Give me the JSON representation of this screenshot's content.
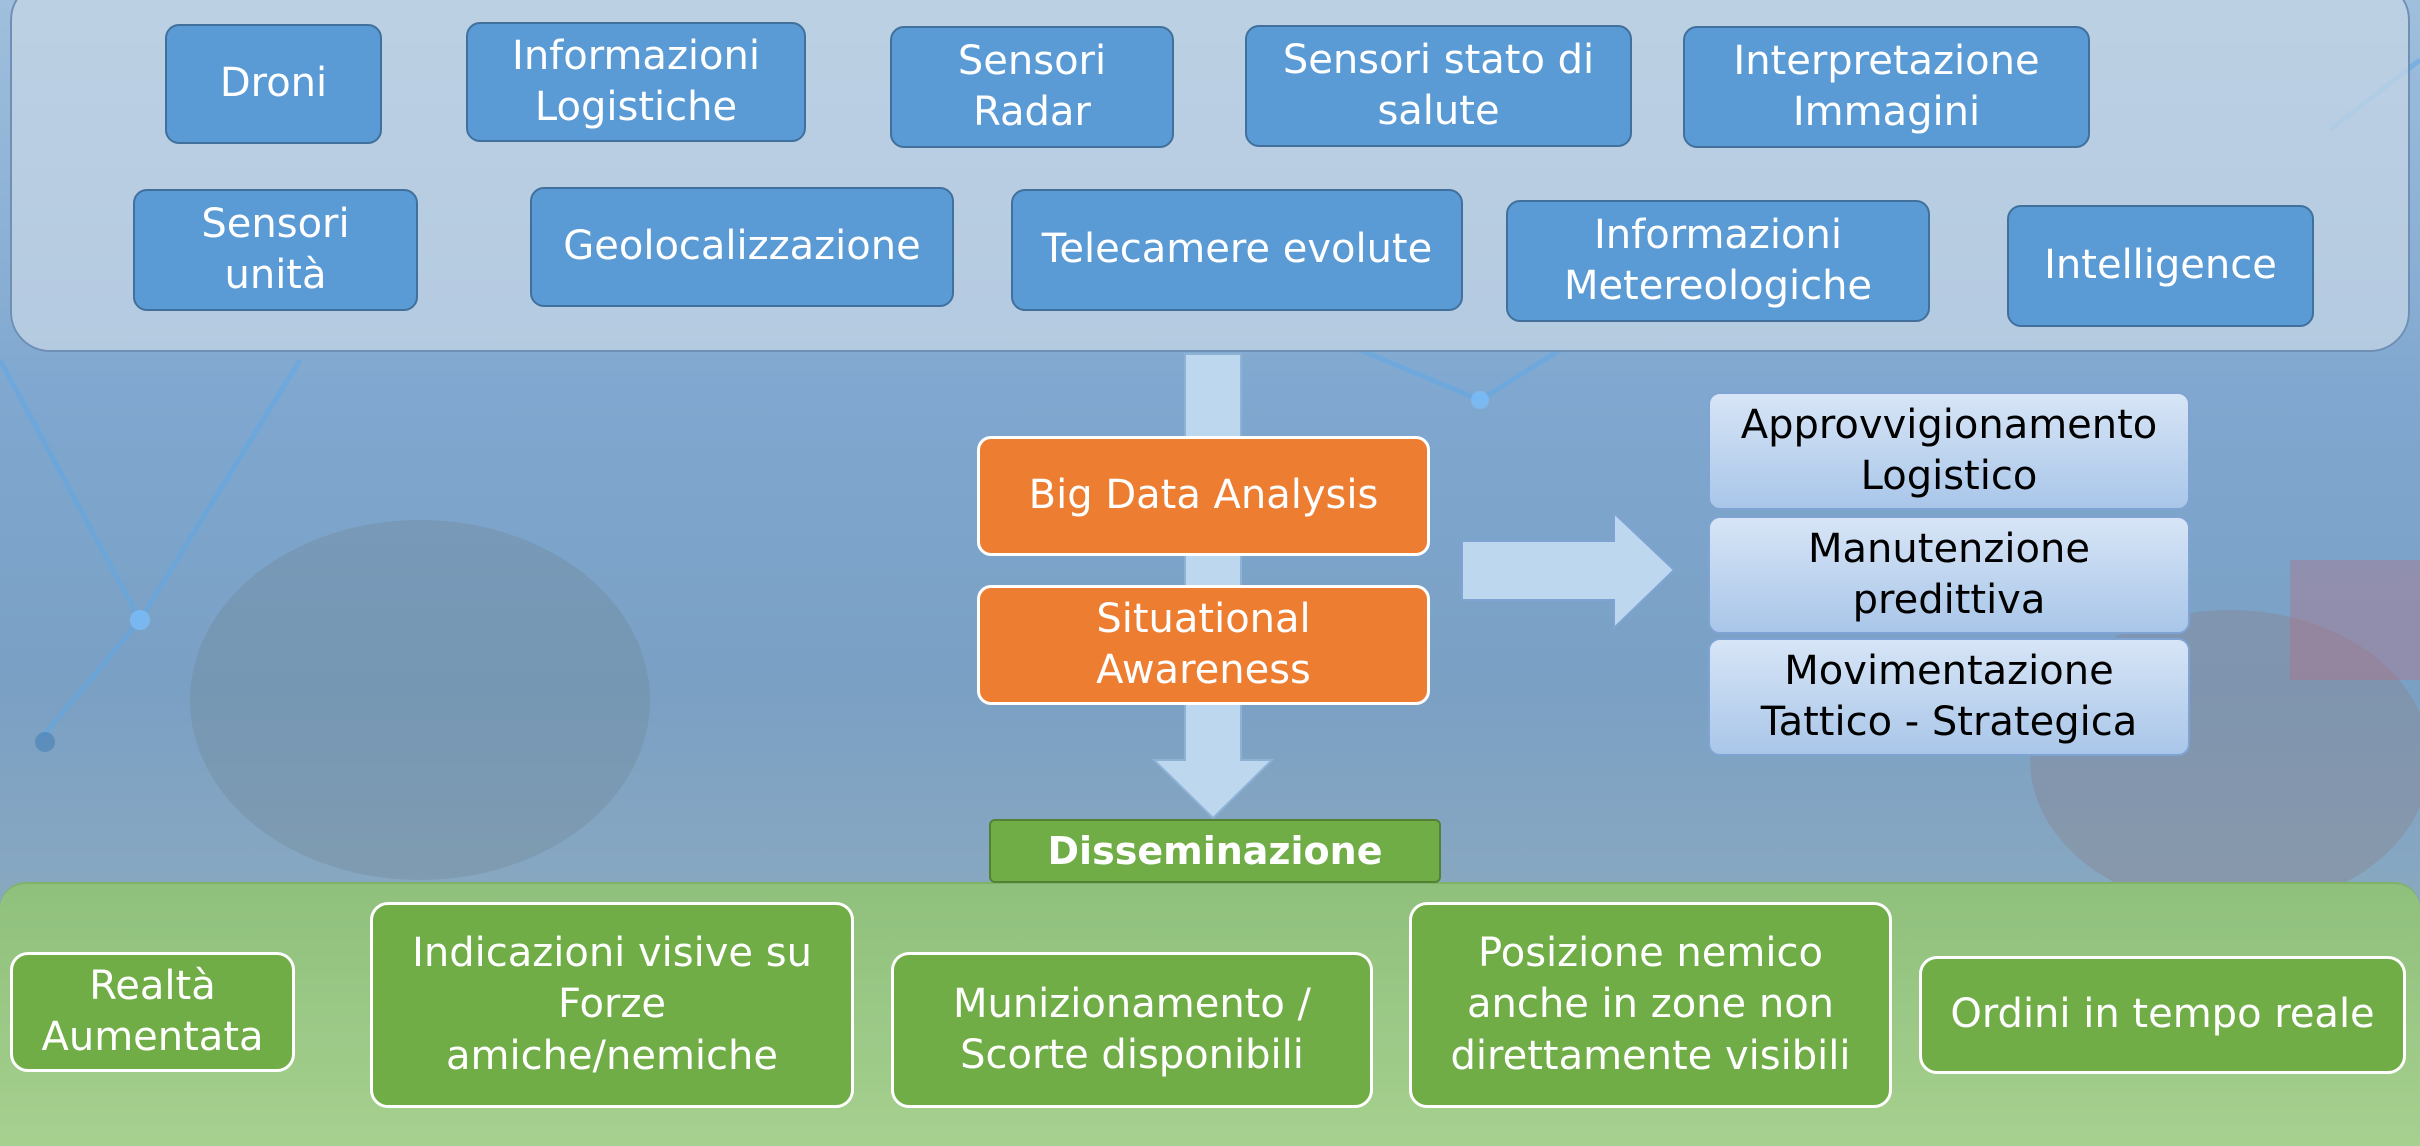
{
  "colors": {
    "sensor_fill": "#5b9bd5",
    "analysis_fill": "#ed7d31",
    "outcome_fill": "#a9c6e9",
    "dissemination_fill": "#70ad47",
    "arrow_fill": "#bdd7ee"
  },
  "sources": {
    "droni": "Droni",
    "informazioni_logistiche": "Informazioni\nLogistiche",
    "sensori_radar": "Sensori\nRadar",
    "sensori_salute": "Sensori stato di\nsalute",
    "interpretazione_immagini": "Interpretazione\nImmagini",
    "sensori_unita": "Sensori\nunità",
    "geolocalizzazione": "Geolocalizzazione",
    "telecamere": "Telecamere evolute",
    "meteo": "Informazioni\nMetereologiche",
    "intelligence": "Intelligence"
  },
  "analysis": {
    "big_data": "Big Data Analysis",
    "situational": "Situational\nAwareness"
  },
  "outcomes": {
    "approvvigionamento": "Approvvigionamento\nLogistico",
    "manutenzione": "Manutenzione\npredittiva",
    "movimentazione": "Movimentazione\nTattico - Strategica"
  },
  "dissemination": {
    "label": "Disseminazione",
    "realta": "Realtà\nAumentata",
    "indicazioni": "Indicazioni visive su\nForze\namiche/nemiche",
    "munizionamento": "Munizionamento /\nScorte disponibili",
    "posizione": "Posizione nemico\nanche in zone non\ndirettamente visibili",
    "ordini": "Ordini in tempo reale"
  }
}
